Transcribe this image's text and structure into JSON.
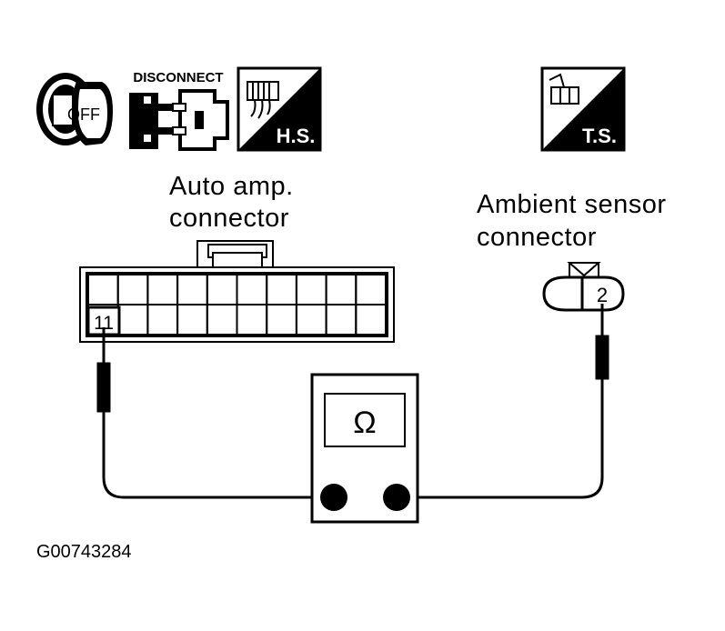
{
  "icons": {
    "ignition": {
      "text": "OFF"
    },
    "disconnect": {
      "text": "DISCONNECT"
    },
    "harness_side": {
      "text": "H.S."
    },
    "terminal_side": {
      "text": "T.S."
    }
  },
  "auto_amp_connector": {
    "label_line1": "Auto amp.",
    "label_line2": "connector",
    "terminal": "11"
  },
  "ambient_sensor_connector": {
    "label_line1": "Ambient sensor",
    "label_line2": "connector",
    "terminal": "2"
  },
  "meter": {
    "symbol": "Ω"
  },
  "figure_code": "G00743284"
}
